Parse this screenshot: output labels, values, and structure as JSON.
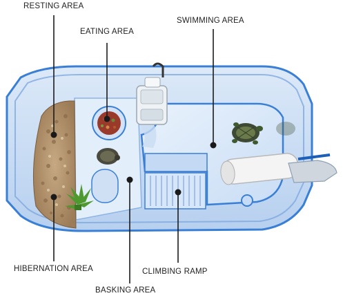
{
  "labels": {
    "resting": "RESTING AREA",
    "eating": "EATING AREA",
    "swimming": "SWIMMING AREA",
    "hibernation": "HIBERNATION AREA",
    "climbing": "CLIMBING RAMP",
    "basking": "BASKING AREA"
  },
  "colors": {
    "tank": "#3a7fd6",
    "tank_light": "#b9d2f2",
    "water": "#dbe9fa",
    "gravel": "#b59872",
    "plant": "#4f9a2e",
    "filter": "#e9eef2",
    "lamp": "#f2f2f2"
  }
}
